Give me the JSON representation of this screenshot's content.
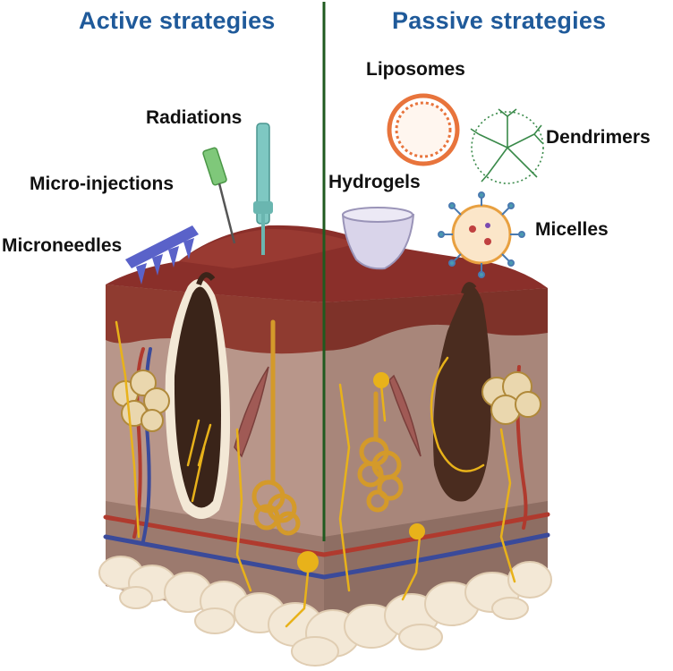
{
  "headings": {
    "active": "Active strategies",
    "passive": "Passive strategies"
  },
  "labels": {
    "radiations": "Radiations",
    "micro_injections": "Micro-injections",
    "microneedles": "Microneedles",
    "liposomes": "Liposomes",
    "dendrimers": "Dendrimers",
    "hydrogels": "Hydrogels",
    "micelles": "Micelles"
  },
  "colors": {
    "heading": "#1f5a9a",
    "divider": "#1f5a1f",
    "epidermis": "#8a3a30",
    "dermis": "#b59385",
    "hypodermis": "#f2e6d2",
    "nerve": "#e8b21a",
    "artery": "#b03a2e",
    "vein": "#3a4a9a",
    "liposome": "#e8743c",
    "microneedle": "#5a62c9"
  }
}
